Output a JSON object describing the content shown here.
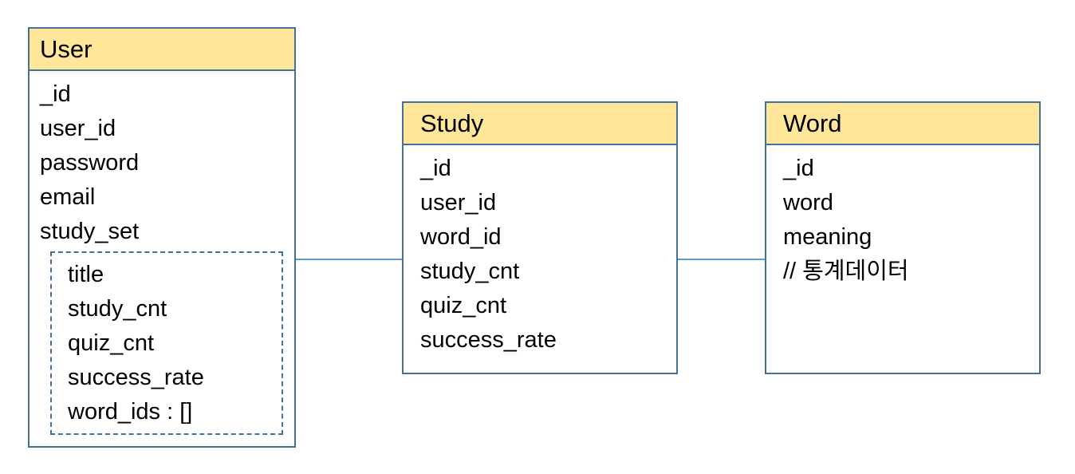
{
  "diagram": {
    "type": "database-schema-diagram",
    "colors": {
      "header_fill": "#FFE699",
      "box_border": "#41719C",
      "connector_line": "#5B9BD5",
      "text": "#000000",
      "background": "#FFFFFF"
    },
    "entities": [
      {
        "name": "User",
        "fields": [
          "_id",
          "user_id",
          "password",
          "email",
          "study_set"
        ],
        "subgroup": [
          "title",
          "study_cnt",
          "quiz_cnt",
          "success_rate",
          "word_ids : []"
        ]
      },
      {
        "name": "Study",
        "fields": [
          "_id",
          "user_id",
          "word_id",
          "study_cnt",
          "quiz_cnt",
          "success_rate"
        ]
      },
      {
        "name": "Word",
        "fields": [
          "_id",
          "word",
          "meaning",
          "// 통계데이터"
        ]
      }
    ],
    "connections": [
      {
        "from": "User",
        "to": "Study"
      },
      {
        "from": "Study",
        "to": "Word"
      }
    ]
  }
}
